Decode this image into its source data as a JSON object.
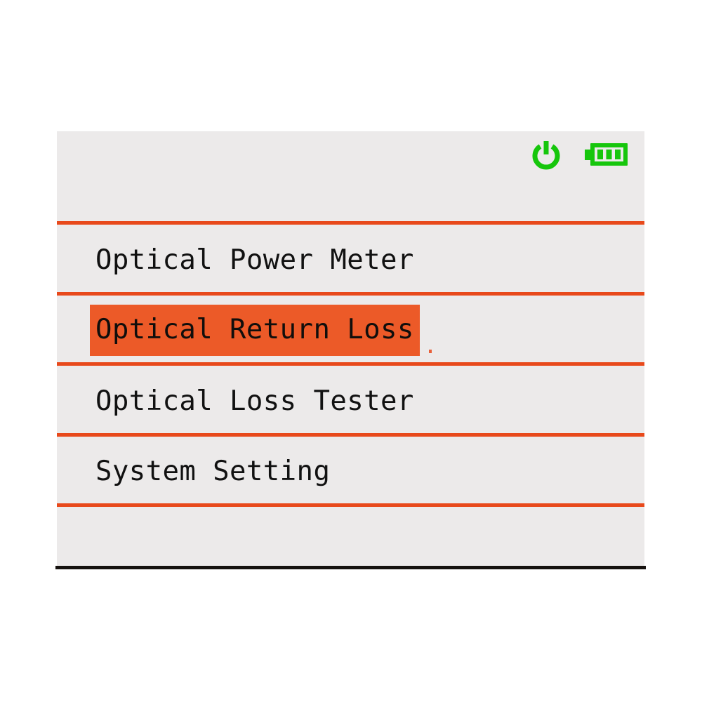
{
  "device": {
    "screen_background": "#ECEAEA",
    "accent_color": "#E8491B",
    "highlight_color": "#EC5A28",
    "status_icon_color": "#16C60C",
    "text_color": "#111111",
    "bottom_rule_color": "#16120F"
  },
  "status_bar": {
    "power_icon": "power-icon",
    "battery_icon": "battery-icon",
    "battery_bars": 3
  },
  "menu": {
    "items": [
      {
        "label": "Optical Power Meter",
        "selected": false
      },
      {
        "label": "Optical Return Loss",
        "selected": true
      },
      {
        "label": "Optical Loss Tester",
        "selected": false
      },
      {
        "label": "System Setting",
        "selected": false
      }
    ]
  }
}
